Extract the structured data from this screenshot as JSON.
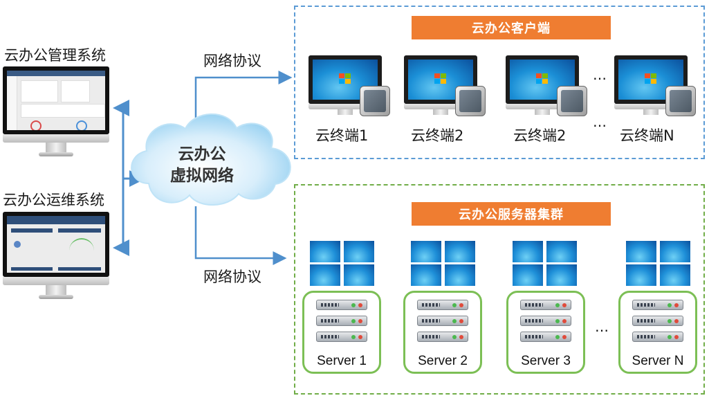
{
  "mgmt": {
    "title": "云办公管理系统"
  },
  "ops": {
    "title": "云办公运维系统"
  },
  "protocol": {
    "top": "网络协议",
    "bottom": "网络协议"
  },
  "cloud": {
    "line1": "云办公",
    "line2": "虚拟网络"
  },
  "clients": {
    "banner": "云办公客户端",
    "terminals": [
      "云终端1",
      "云终端2",
      "云终端2",
      "云终端N"
    ],
    "ellipsis": "…"
  },
  "servers": {
    "banner": "云办公服务器集群",
    "items": [
      "Server 1",
      "Server 2",
      "Server 3",
      "Server N"
    ],
    "ellipsis": "…"
  },
  "colors": {
    "banner": "#ef7d31",
    "client_box": "#5b9bd5",
    "server_box": "#70ad47",
    "arrow": "#4f8fcc",
    "server_card": "#7cbf55"
  }
}
